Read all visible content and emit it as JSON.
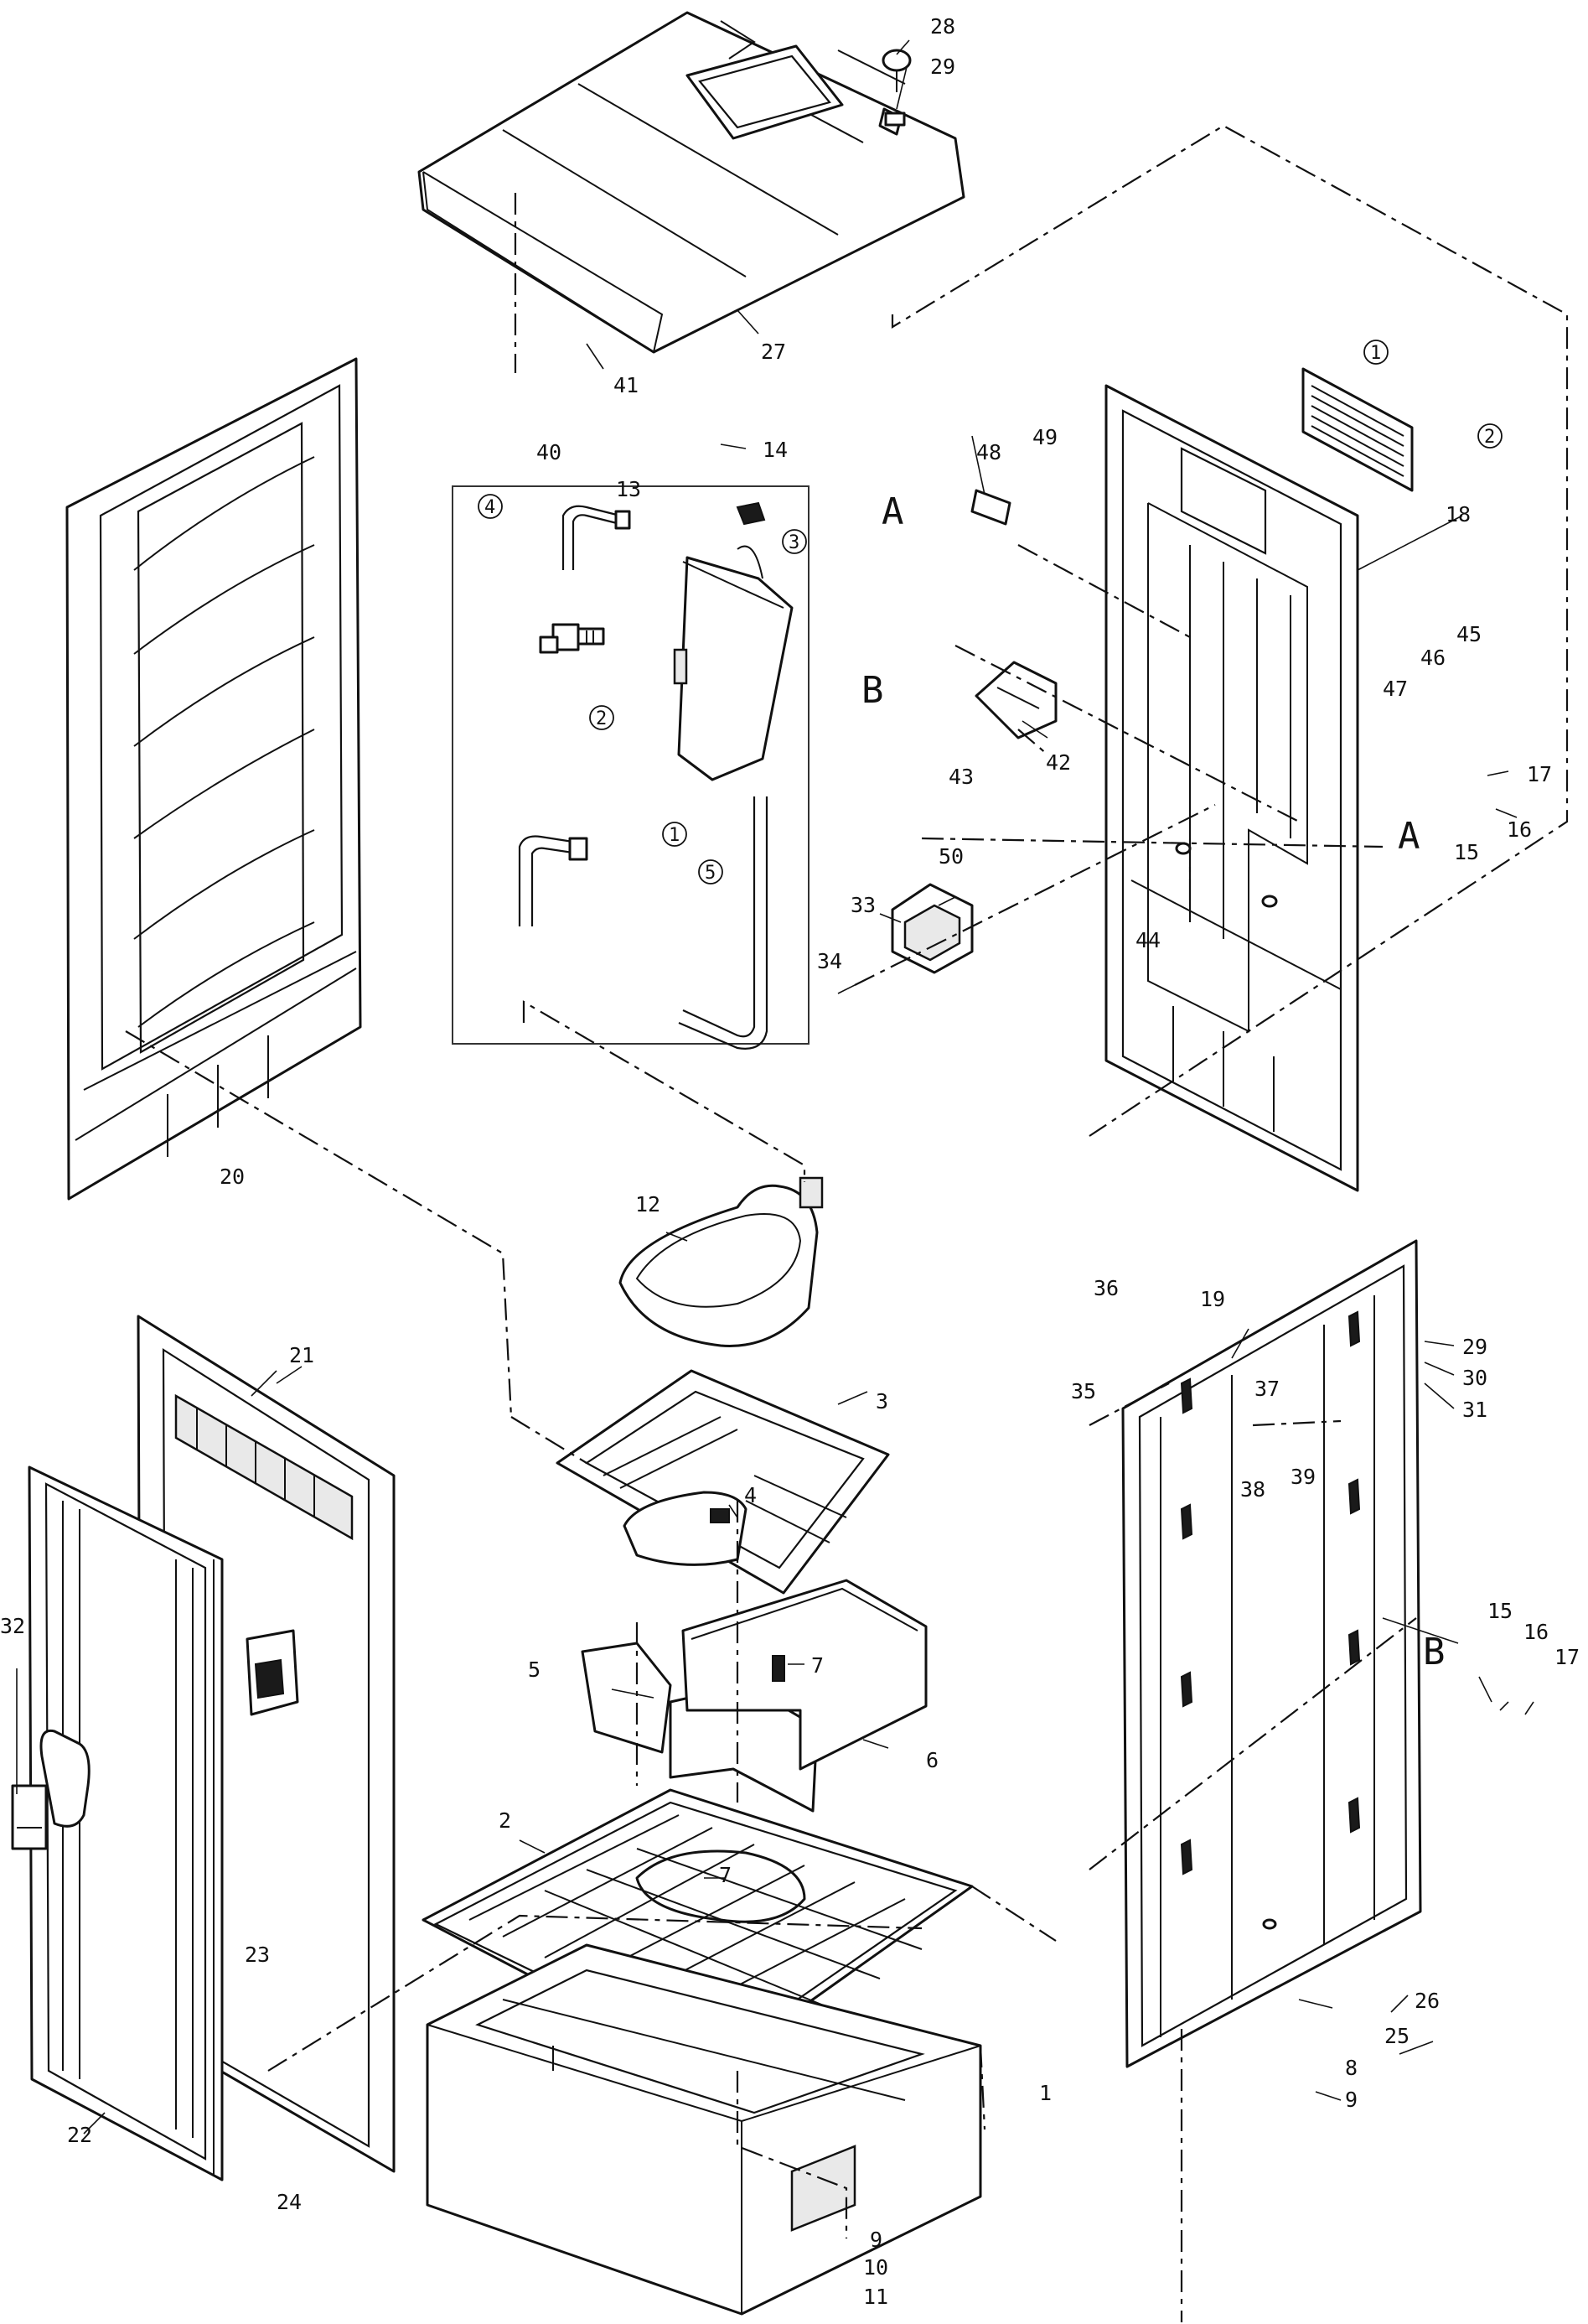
{
  "diagram": {
    "callouts": {
      "p1": "1",
      "p2": "2",
      "p3": "3",
      "p4": "4",
      "p5": "5",
      "p6": "6",
      "p7a": "7",
      "p7b": "7",
      "p8": "8",
      "p9a": "9",
      "p9b": "9",
      "p10": "10",
      "p11": "11",
      "p12": "12",
      "p13": "13",
      "p14": "14",
      "p15a": "15",
      "p15b": "15",
      "p16a": "16",
      "p16b": "16",
      "p17a": "17",
      "p17b": "17",
      "p18": "18",
      "p19": "19",
      "p20": "20",
      "p21": "21",
      "p22": "22",
      "p23": "23",
      "p24": "24",
      "p25": "25",
      "p26": "26",
      "p27": "27",
      "p28": "28",
      "p29a": "29",
      "p29b": "29",
      "p30": "30",
      "p31": "31",
      "p32": "32",
      "p33": "33",
      "p34": "34",
      "p35": "35",
      "p36": "36",
      "p37": "37",
      "p38": "38",
      "p39": "39",
      "p40": "40",
      "p41": "41",
      "p42": "42",
      "p43": "43",
      "p44": "44",
      "p45": "45",
      "p46": "46",
      "p47": "47",
      "p48": "48",
      "p49": "49",
      "p50": "50"
    },
    "view_markers": {
      "a1": "A",
      "a2": "A",
      "b1": "B",
      "b2": "B"
    },
    "sub_callouts": {
      "tank_1": "1",
      "tank_2": "2",
      "tank_3": "3",
      "tank_4": "4",
      "tank_5": "5",
      "vent_1": "1",
      "vent_2": "2"
    }
  }
}
